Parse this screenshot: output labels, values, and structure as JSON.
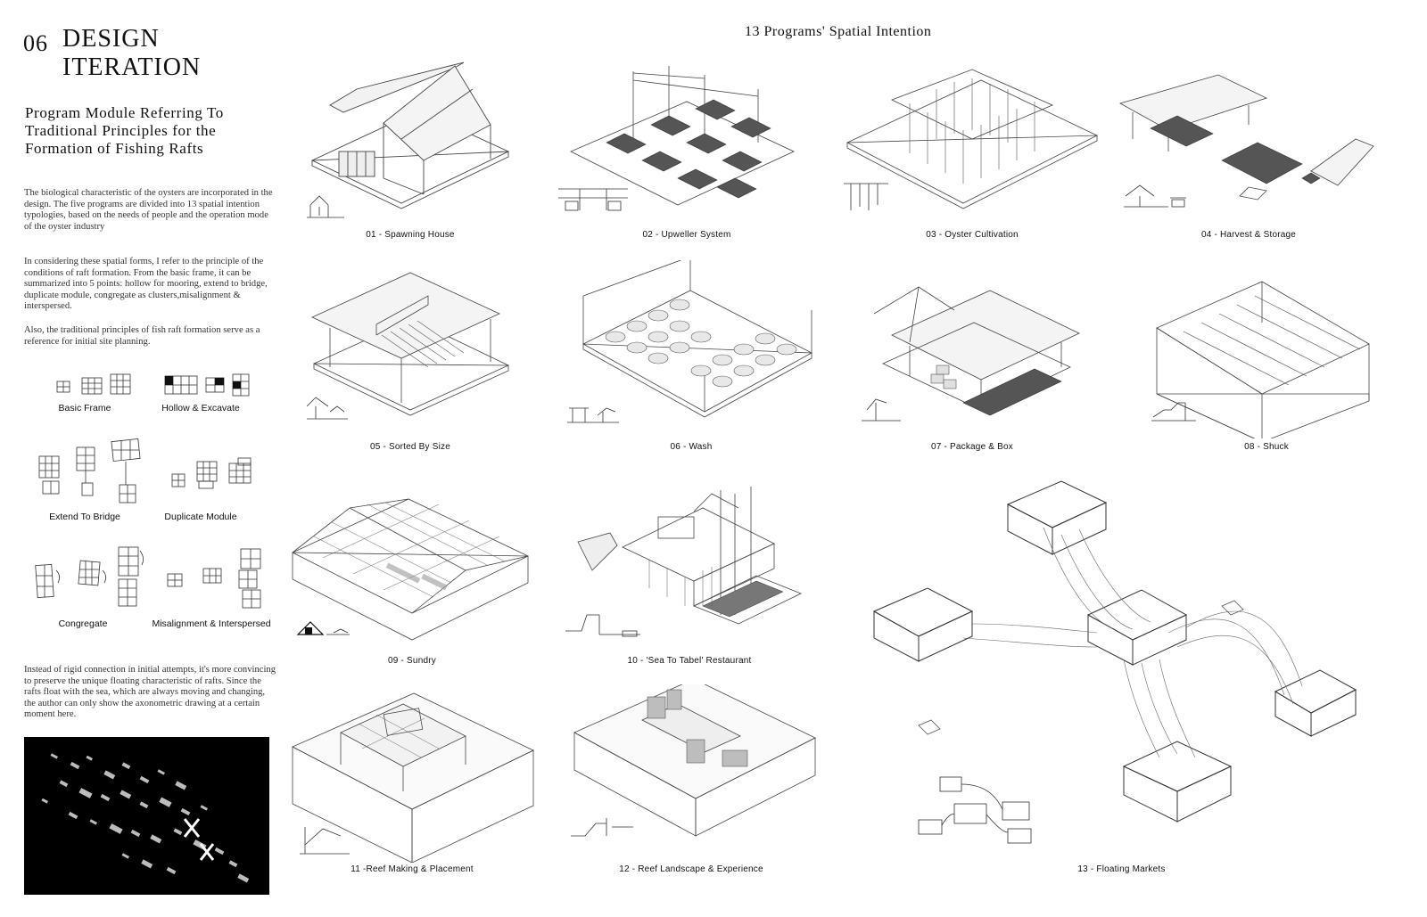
{
  "section": {
    "number": "06",
    "title_line1": "DESIGN",
    "title_line2": "ITERATION"
  },
  "subtitle": "Program Module Referring To Traditional Principles for the Formation of Fishing Rafts",
  "paragraphs": [
    "The biological characteristic of the oysters are incorporated in the design. The five programs are divided into 13 spatial intention typologies, based on the needs of people and the operation mode of the oyster industry",
    "In considering these spatial forms, I refer to the principle of the conditions of raft formation. From the basic frame, it can be summarized into 5 points: hollow for mooring, extend to bridge, duplicate module, congregate as clusters,misalignment & interspersed.",
    "Also, the traditional principles of fish raft formation serve as a reference for initial site planning.",
    "Instead of rigid connection in initial attempts, it's more convincing to preserve the unique floating characteristic of rafts. Since the rafts float with the sea, which are always moving and changing, the author can only show the axonometric drawing at a certain moment here."
  ],
  "principles": [
    {
      "label": "Basic Frame"
    },
    {
      "label": "Hollow & Excavate"
    },
    {
      "label": "Extend To Bridge"
    },
    {
      "label": "Duplicate Module"
    },
    {
      "label": "Congregate"
    },
    {
      "label": "Misalignment & Interspersed"
    }
  ],
  "grid_title": "13 Programs' Spatial Intention",
  "programs": [
    {
      "label": "01 - Spawning House",
      "icon": "spawning-house-drawing"
    },
    {
      "label": "02 - Upweller System",
      "icon": "upweller-system-drawing"
    },
    {
      "label": "03 - Oyster Cultivation",
      "icon": "oyster-cultivation-drawing"
    },
    {
      "label": "04 - Harvest & Storage",
      "icon": "harvest-storage-drawing"
    },
    {
      "label": "05 - Sorted By Size",
      "icon": "sorted-by-size-drawing"
    },
    {
      "label": "06 - Wash",
      "icon": "wash-drawing"
    },
    {
      "label": "07 - Package & Box",
      "icon": "package-box-drawing"
    },
    {
      "label": "08 - Shuck",
      "icon": "shuck-drawing"
    },
    {
      "label": "09 - Sundry",
      "icon": "sundry-drawing"
    },
    {
      "label": "10 - 'Sea To Tabel' Restaurant",
      "icon": "restaurant-drawing"
    },
    {
      "label": "11 -Reef Making & Placement",
      "icon": "reef-making-drawing"
    },
    {
      "label": "12 - Reef Landscape & Experience",
      "icon": "reef-landscape-drawing"
    },
    {
      "label": "13 - Floating Markets",
      "icon": "floating-markets-drawing"
    }
  ],
  "colors": {
    "ink": "#111111",
    "line": "#555555",
    "fill": "#e6e6e6",
    "background": "#ffffff",
    "site_plan": "#000000"
  }
}
